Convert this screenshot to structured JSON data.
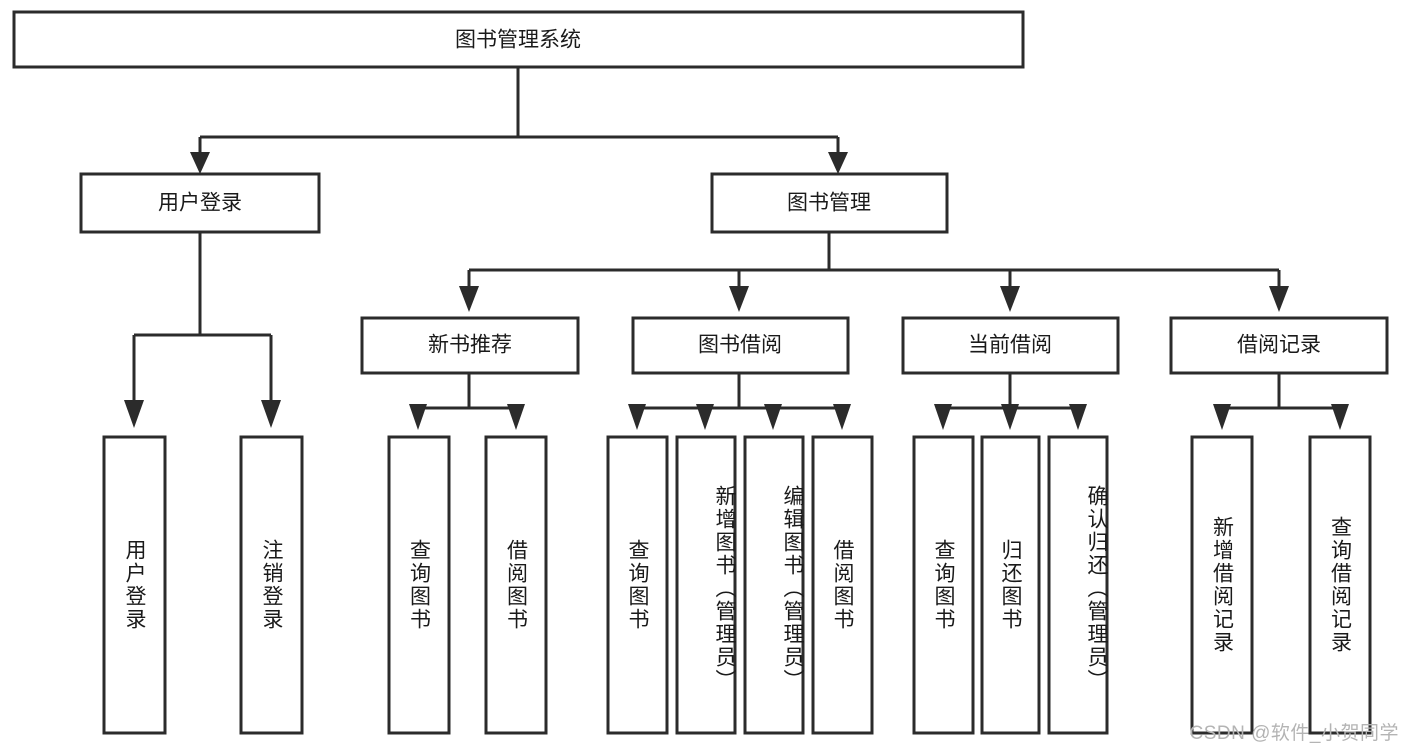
{
  "diagram": {
    "type": "tree",
    "title": "图书管理系统",
    "root": {
      "label": "图书管理系统",
      "id": "root"
    },
    "level2": [
      {
        "id": "user-login",
        "label": "用户登录"
      },
      {
        "id": "book-manage",
        "label": "图书管理"
      }
    ],
    "level3": [
      {
        "id": "new-book-recommend",
        "label": "新书推荐",
        "parent": "book-manage"
      },
      {
        "id": "book-borrow",
        "label": "图书借阅",
        "parent": "book-manage"
      },
      {
        "id": "current-borrow",
        "label": "当前借阅",
        "parent": "book-manage"
      },
      {
        "id": "borrow-record",
        "label": "借阅记录",
        "parent": "book-manage"
      }
    ],
    "leaves": [
      {
        "id": "leaf-user-login",
        "label": "用户登录",
        "parent": "user-login"
      },
      {
        "id": "leaf-logout-login",
        "label": "注销登录",
        "parent": "user-login"
      },
      {
        "id": "leaf-query-book-1",
        "label": "查询图书",
        "parent": "new-book-recommend"
      },
      {
        "id": "leaf-borrow-book-1",
        "label": "借阅图书",
        "parent": "new-book-recommend"
      },
      {
        "id": "leaf-query-book-2",
        "label": "查询图书",
        "parent": "book-borrow"
      },
      {
        "id": "leaf-add-book",
        "label": "新增图书（管理员）",
        "parent": "book-borrow"
      },
      {
        "id": "leaf-edit-book",
        "label": "编辑图书（管理员）",
        "parent": "book-borrow"
      },
      {
        "id": "leaf-borrow-book-2",
        "label": "借阅图书",
        "parent": "book-borrow"
      },
      {
        "id": "leaf-query-book-3",
        "label": "查询图书",
        "parent": "current-borrow"
      },
      {
        "id": "leaf-return-book",
        "label": "归还图书",
        "parent": "current-borrow"
      },
      {
        "id": "leaf-confirm-return",
        "label": "确认归还（管理员）",
        "parent": "current-borrow"
      },
      {
        "id": "leaf-add-borrow-record",
        "label": "新增借阅记录",
        "parent": "borrow-record"
      },
      {
        "id": "leaf-query-borrow-record",
        "label": "查询借阅记录",
        "parent": "borrow-record"
      }
    ],
    "colors": {
      "box_stroke": "#2b2b2b",
      "box_fill": "#ffffff",
      "text": "#1a1a1a",
      "background": "#ffffff",
      "watermark": "#b4b4b4"
    }
  },
  "watermark": {
    "text": "CSDN @软件_小贺同学"
  }
}
